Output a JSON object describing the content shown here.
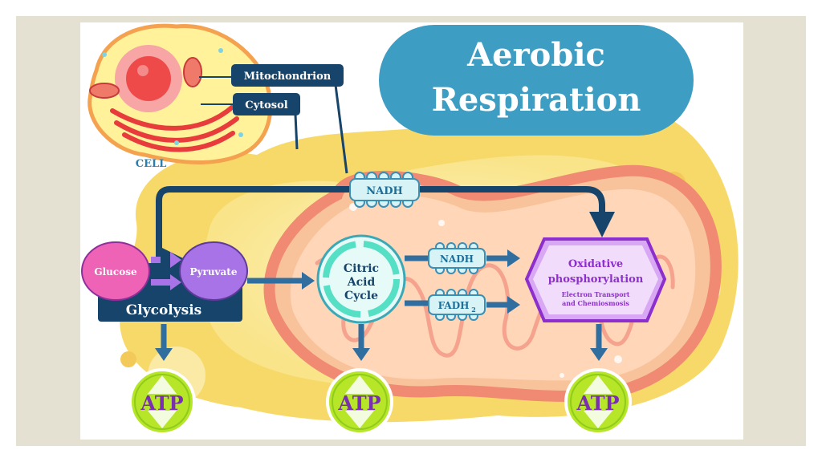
{
  "title": {
    "line1": "Aerobic",
    "line2": "Respiration"
  },
  "cell": {
    "label": "CELL",
    "mitochondrion_label": "Mitochondrion",
    "cytosol_label": "Cytosol"
  },
  "glycolysis": {
    "label": "Glycolysis",
    "glucose": "Glucose",
    "pyruvate": "Pyruvate"
  },
  "citric_acid_cycle": {
    "line1": "Citric",
    "line2": "Acid",
    "line3": "Cycle"
  },
  "carriers": {
    "nadh_top": "NADH",
    "nadh_mid": "NADH",
    "fadh2": "FADH",
    "fadh2_sub": "2"
  },
  "oxidative": {
    "line1": "Oxidative",
    "line2": "phosphorylation",
    "sub1": "Electron Transport",
    "sub2": "and Chemiosmosis"
  },
  "atp": {
    "left": "ATP",
    "center": "ATP",
    "right": "ATP"
  },
  "colors": {
    "navy": "#17446a",
    "title_blue": "#3d9dc2",
    "pink": "#ee63b6",
    "lavender": "#a873e6",
    "purple": "#8c2fcc",
    "atp_green": "#b7e628",
    "mito_orange": "#f08a72",
    "cell_yellow": "#fff29a",
    "bg_yellow": "#f7d969"
  }
}
